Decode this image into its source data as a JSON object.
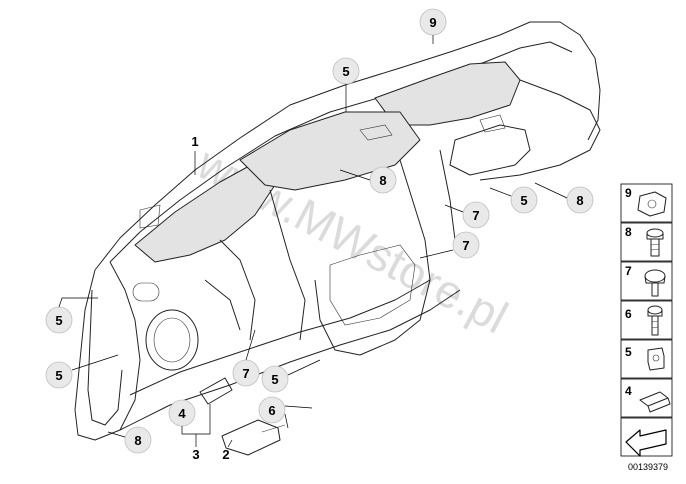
{
  "watermark": {
    "text": "www.MWstore.pl"
  },
  "diagram_id": "00139379",
  "callouts": {
    "c9_top": "9",
    "c5_top": "5",
    "c1": "1",
    "c8_center": "8",
    "c8_right": "8",
    "c5_right": "5",
    "c7_center": "7",
    "c7_right": "7",
    "c5_left_upper": "5",
    "c5_left_lower": "5",
    "c7_lower": "7",
    "c5_lower": "5",
    "c8_lower_left": "8",
    "c4": "4",
    "c3": "3",
    "c2": "2",
    "c6": "6"
  },
  "legend": [
    {
      "label": "9",
      "icon": "clip-nut-icon"
    },
    {
      "label": "8",
      "icon": "flange-bolt-icon"
    },
    {
      "label": "7",
      "icon": "collar-screw-icon"
    },
    {
      "label": "6",
      "icon": "hex-bolt-icon"
    },
    {
      "label": "5",
      "icon": "spring-nut-icon"
    },
    {
      "label": "4",
      "icon": "bracket-clip-icon"
    }
  ]
}
